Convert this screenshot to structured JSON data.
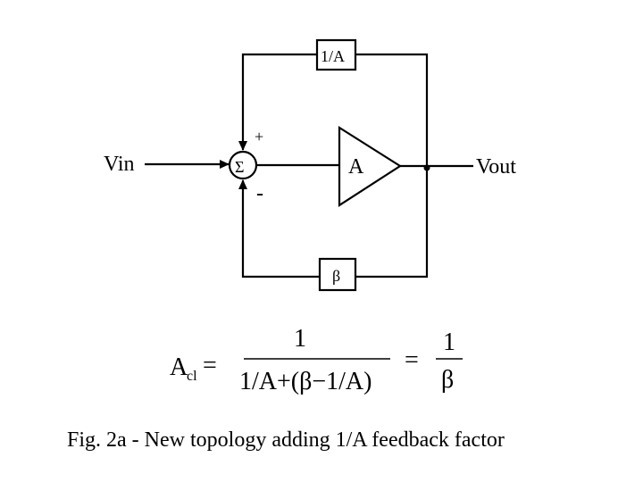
{
  "diagram": {
    "input_label": "Vin",
    "output_label": "Vout",
    "summer_symbol": "Σ",
    "plus_sign": "+",
    "minus_sign": "-",
    "amplifier_label": "A",
    "top_feedback_label": "1/A",
    "bottom_feedback_label": "β"
  },
  "equation": {
    "lhs": "A",
    "lhs_sub": "cl",
    "equals1": "=",
    "numerator": "1",
    "denominator": "1/A+(β−1/A)",
    "equals2": "=",
    "result_numerator": "1",
    "result_denominator": "β"
  },
  "caption": "Fig. 2a - New topology adding 1/A feedback factor"
}
